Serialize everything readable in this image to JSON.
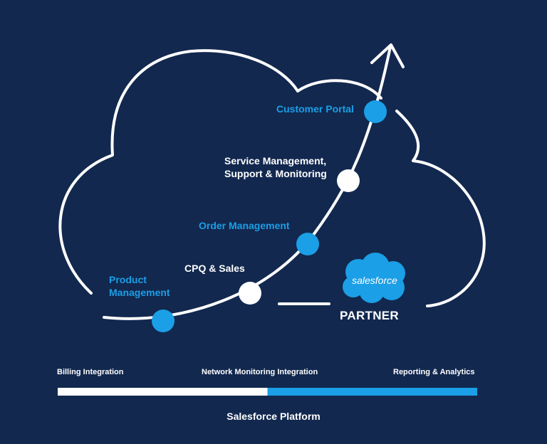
{
  "stages": [
    {
      "label": "Product\nManagement",
      "color": "#1b9fe6"
    },
    {
      "label": "CPQ & Sales",
      "color": "#ffffff"
    },
    {
      "label": "Order Management",
      "color": "#1b9fe6"
    },
    {
      "label": "Service Management,\nSupport & Monitoring",
      "color": "#ffffff"
    },
    {
      "label": "Customer Portal",
      "color": "#1b9fe6"
    }
  ],
  "partner": {
    "logo_text": "salesforce",
    "label": "PARTNER",
    "logo_color": "#1b9fe6"
  },
  "integrations": [
    "Billing Integration",
    "Network Monitoring Integration",
    "Reporting & Analytics"
  ],
  "platform_bar": {
    "white_fraction": 0.5,
    "colors": [
      "#ffffff",
      "#1b9fe6"
    ]
  },
  "platform_label": "Salesforce Platform",
  "colors": {
    "background": "#12284f",
    "accent": "#1b9fe6",
    "line": "#ffffff"
  }
}
